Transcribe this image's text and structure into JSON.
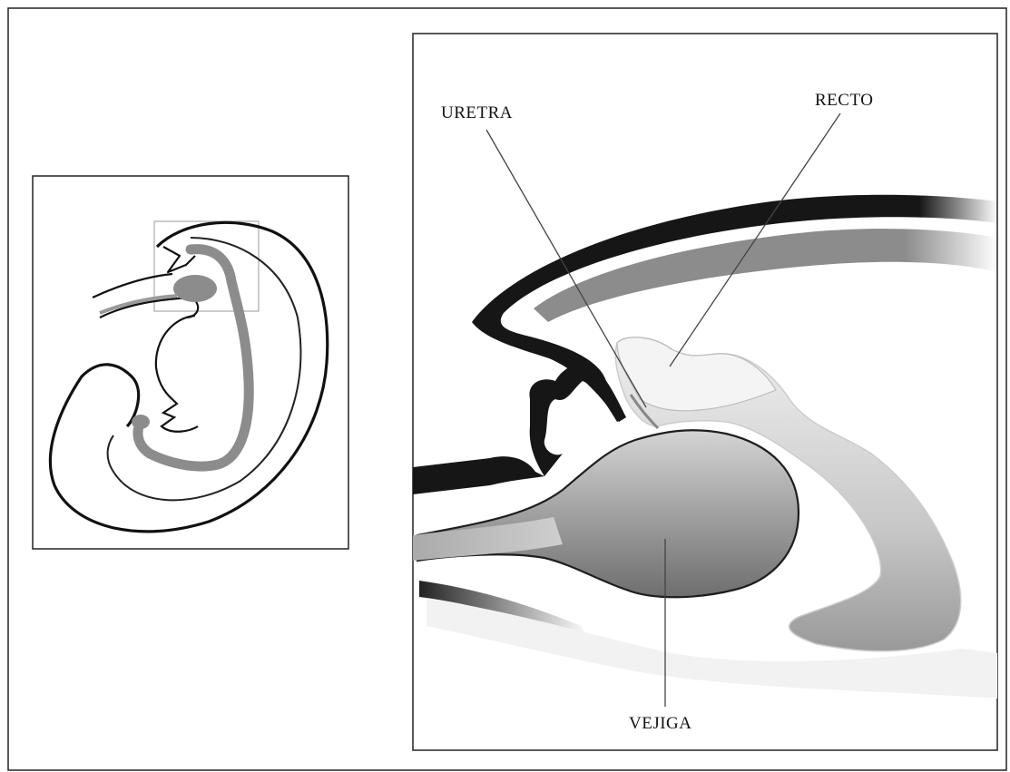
{
  "labels": {
    "uretra": "URETRA",
    "recto": "RECTO",
    "vejiga": "VEJIGA"
  },
  "colors": {
    "outline": "#111111",
    "dark_structure": "#161616",
    "mid_gray": "#8c8c8c",
    "light_gray": "#e9e9e9",
    "bladder_dark": "#7a7a7a",
    "bladder_light": "#d0d0d0",
    "background": "#ffffff"
  }
}
